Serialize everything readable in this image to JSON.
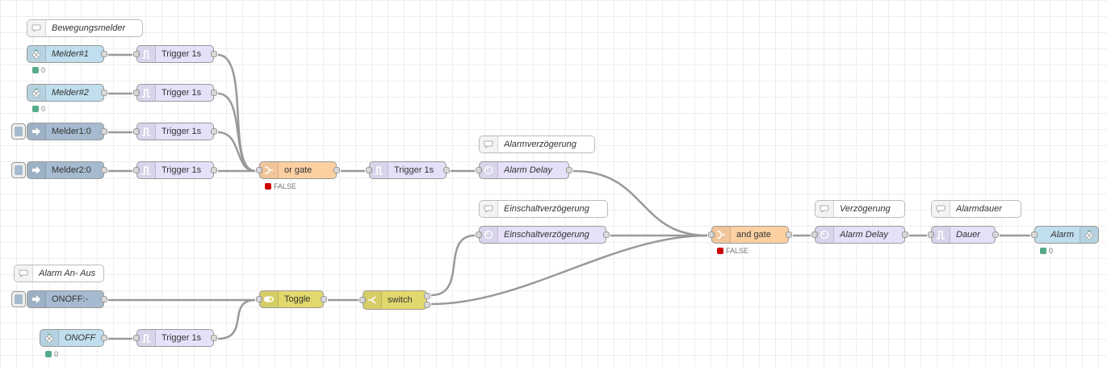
{
  "comments": {
    "bewegungsmelder": "Bewegungsmelder",
    "alarmverzoegerung": "Alarmverzögerung",
    "einschaltverzoegerung": "Einschaltverzögerung",
    "alarm_an_aus": "Alarm An- Aus",
    "verzoegerung": "Verzögerung",
    "alarmdauer": "Alarmdauer"
  },
  "inputs": {
    "melder1": "Melder#1",
    "melder2": "Melder#2",
    "melder1_0": "Melder1:0",
    "melder2_0": "Melder2:0",
    "onoff_inject": "ONOFF:-",
    "onoff_rpi": "ONOFF"
  },
  "nodes": {
    "trigger_1": "Trigger 1s",
    "trigger_2": "Trigger 1s",
    "trigger_3": "Trigger 1s",
    "trigger_4": "Trigger 1s",
    "trigger_main": "Trigger 1s",
    "trigger_onoff": "Trigger 1s",
    "or_gate": "or gate",
    "and_gate": "and gate",
    "alarm_delay_1": "Alarm Delay",
    "einschaltverzoegerung": "Einschaltverzögerung",
    "alarm_delay_2": "Alarm Delay",
    "dauer": "Dauer",
    "toggle": "Toggle",
    "switch": "switch",
    "alarm_out": "Alarm"
  },
  "status": {
    "melder1": "0",
    "melder2": "0",
    "or_gate": "FALSE",
    "and_gate": "FALSE",
    "alarm_out": "0",
    "onoff_rpi": "0"
  },
  "colors": {
    "trigger": "#e6e0f8",
    "rpi_gpio": "#c0deed",
    "inject": "#a6bbcf",
    "gate": "#fdd0a2",
    "toggle_switch": "#e2d96e",
    "status_ok": "#55aa88",
    "status_false": "#cc0000",
    "wire": "#999999"
  },
  "icons": {
    "raspberry": "raspberry-pi-icon",
    "trigger": "trigger-pulse-icon",
    "inject": "arrow-right-icon",
    "gate": "logic-gate-icon",
    "delay": "timer-icon",
    "toggle": "toggle-icon",
    "switch": "switch-icon",
    "comment": "speech-bubble-icon"
  }
}
